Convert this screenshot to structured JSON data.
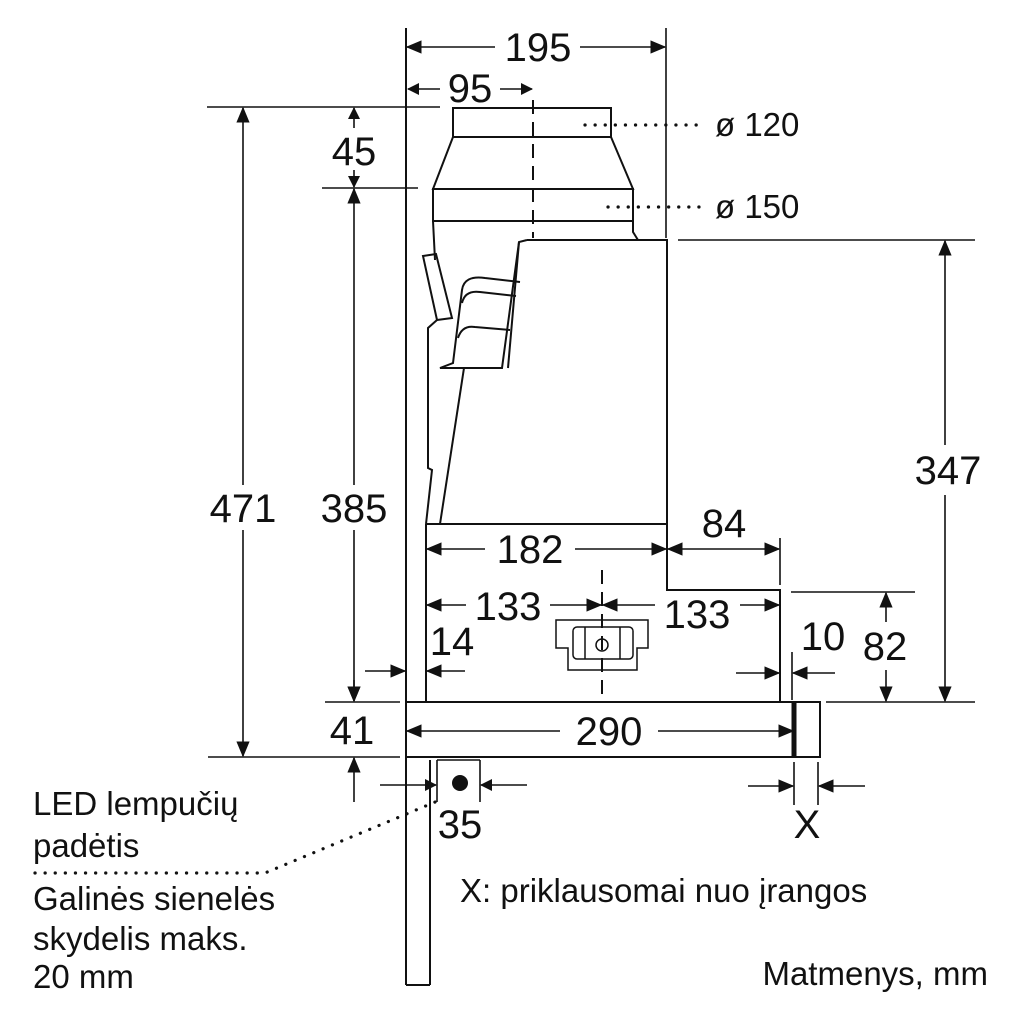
{
  "title": "Matmenys, mm",
  "dimensions": {
    "top_width": "195",
    "center_offset": "95",
    "duct_top_height": "45",
    "total_height": "471",
    "inner_height": "385",
    "body_height": "347",
    "lower_width": "182",
    "rear_step": "84",
    "half_left": "133",
    "half_right": "133",
    "left_gap": "14",
    "right_gap": "10",
    "front_height": "82",
    "panel_height": "41",
    "panel_width": "290",
    "led_offset": "35",
    "front_x": "X"
  },
  "diameters": {
    "upper": "ø 120",
    "lower": "ø 150"
  },
  "notes": {
    "led_line1": "LED lempučių",
    "led_line2": "padėtis",
    "back_line1": "Galinės sienelės",
    "back_line2": "skydelis maks.",
    "back_line3": "20 mm",
    "x_note": "X: priklausomai nuo įrangos"
  }
}
